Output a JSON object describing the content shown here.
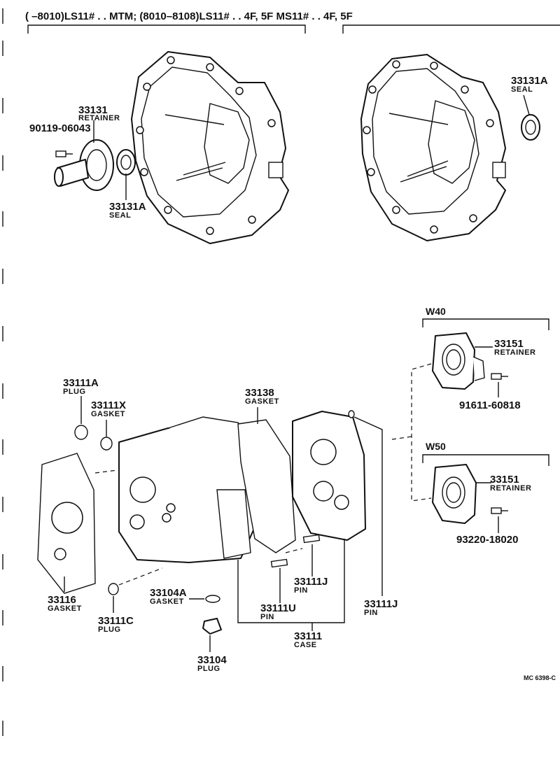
{
  "header": {
    "text": "(      –8010)LS11# . . MTM; (8010–8108)LS11# . . 4F, 5F MS11# . . 4F, 5F"
  },
  "variants": {
    "w40": "W40",
    "w50": "W50"
  },
  "callouts": [
    {
      "id": "c-33131",
      "number": "33131",
      "name": "RETAINER"
    },
    {
      "id": "c-90119",
      "number": "90119-06043",
      "name": ""
    },
    {
      "id": "c-33131a-left",
      "number": "33131A",
      "name": "SEAL"
    },
    {
      "id": "c-33131a-right",
      "number": "33131A",
      "name": "SEAL"
    },
    {
      "id": "c-33151-w40",
      "number": "33151",
      "name": "RETAINER"
    },
    {
      "id": "c-91611",
      "number": "91611-60818",
      "name": ""
    },
    {
      "id": "c-33151-w50",
      "number": "33151",
      "name": "RETAINER"
    },
    {
      "id": "c-93220",
      "number": "93220-18020",
      "name": ""
    },
    {
      "id": "c-33111a",
      "number": "33111A",
      "name": "PLUG"
    },
    {
      "id": "c-33111x",
      "number": "33111X",
      "name": "GASKET"
    },
    {
      "id": "c-33138",
      "number": "33138",
      "name": "GASKET"
    },
    {
      "id": "c-33116",
      "number": "33116",
      "name": "GASKET"
    },
    {
      "id": "c-33111c",
      "number": "33111C",
      "name": "PLUG"
    },
    {
      "id": "c-33104a",
      "number": "33104A",
      "name": "GASKET"
    },
    {
      "id": "c-33104",
      "number": "33104",
      "name": "PLUG"
    },
    {
      "id": "c-33111u",
      "number": "33111U",
      "name": "PIN"
    },
    {
      "id": "c-33111j-mid",
      "number": "33111J",
      "name": "PIN"
    },
    {
      "id": "c-33111j-right",
      "number": "33111J",
      "name": "PIN"
    },
    {
      "id": "c-33111",
      "number": "33111",
      "name": "CASE"
    }
  ],
  "footer": {
    "ref": "MC 6398-C"
  }
}
